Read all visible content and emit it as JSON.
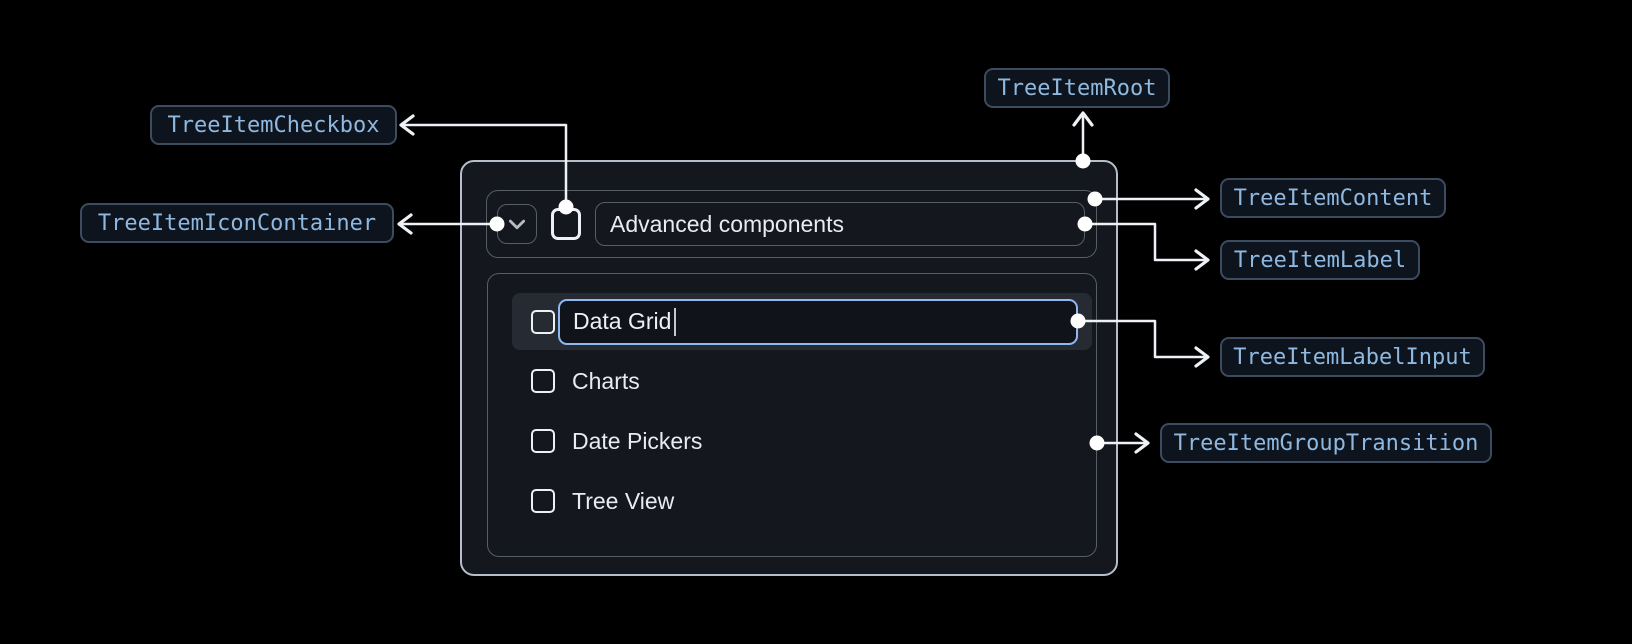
{
  "annotations": {
    "tree_item_checkbox": "TreeItemCheckbox",
    "tree_item_icon_container": "TreeItemIconContainer",
    "tree_item_root": "TreeItemRoot",
    "tree_item_content": "TreeItemContent",
    "tree_item_label": "TreeItemLabel",
    "tree_item_label_input": "TreeItemLabelInput",
    "tree_item_group_transition": "TreeItemGroupTransition"
  },
  "tree": {
    "parent_item": {
      "label": "Advanced components",
      "expanded": true,
      "checkbox_checked": false
    },
    "children": [
      {
        "label": "Data Grid",
        "state": "editing",
        "checkbox_checked": false
      },
      {
        "label": "Charts",
        "checkbox_checked": false
      },
      {
        "label": "Date Pickers",
        "checkbox_checked": false
      },
      {
        "label": "Tree View",
        "checkbox_checked": false
      }
    ]
  },
  "colors": {
    "page_bg": "#000000",
    "annotation_text": "#8fb8e0",
    "annotation_bg": "#0d141d",
    "annotation_border": "#3d4b5e",
    "panel_bg": "#14171d",
    "panel_border": "#b6bfc9",
    "inner_box_border": "#575e68",
    "item_text": "#e9ebee",
    "selected_row_bg": "#262b33",
    "input_border": "#90b8f0",
    "checkbox_color": "#eef1f4",
    "connector": "#eef2f6"
  }
}
